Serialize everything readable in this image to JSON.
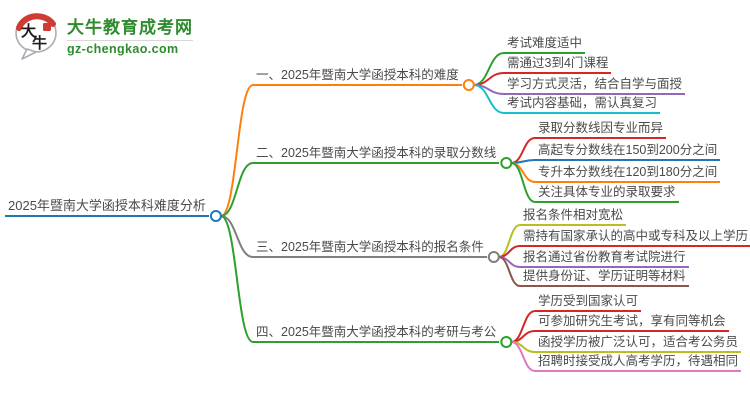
{
  "logo": {
    "badge_chars": [
      "大",
      "牛"
    ],
    "site_name": "大牛教育成考网",
    "site_domain": "gz-chengkao.com"
  },
  "palette": {
    "blue": "#1f77b4",
    "orange": "#ff7f0e",
    "green": "#2ca02c",
    "red": "#d62728",
    "purple": "#9467bd",
    "brown": "#8c564b",
    "pink": "#e377c2",
    "gray": "#7f7f7f",
    "olive": "#bcbd22",
    "cyan": "#17becf",
    "text": "#4a4a4a",
    "logo_green": "#2e8b2e",
    "logo_red": "#cf3a32"
  },
  "mindmap": {
    "root": {
      "label": "2025年暨南大学函授本科难度分析"
    },
    "branches": [
      {
        "label": "一、2025年暨南大学函授本科的难度",
        "children": [
          "考试难度适中",
          "需通过3到4门课程",
          "学习方式灵活，结合自学与面授",
          "考试内容基础，需认真复习"
        ]
      },
      {
        "label": "二、2025年暨南大学函授本科的录取分数线",
        "children": [
          "录取分数线因专业而异",
          "高起专分数线在150到200分之间",
          "专升本分数线在120到180分之间",
          "关注具体专业的录取要求"
        ]
      },
      {
        "label": "三、2025年暨南大学函授本科的报名条件",
        "children": [
          "报名条件相对宽松",
          "需持有国家承认的高中或专科及以上学历",
          "报名通过省份教育考试院进行",
          "提供身份证、学历证明等材料"
        ]
      },
      {
        "label": "四、2025年暨南大学函授本科的考研与考公",
        "children": [
          "学历受到国家认可",
          "可参加研究生考试，享有同等机会",
          "函授学历被广泛认可，适合考公务员",
          "招聘时接受成人高考学历，待遇相同"
        ]
      }
    ]
  }
}
